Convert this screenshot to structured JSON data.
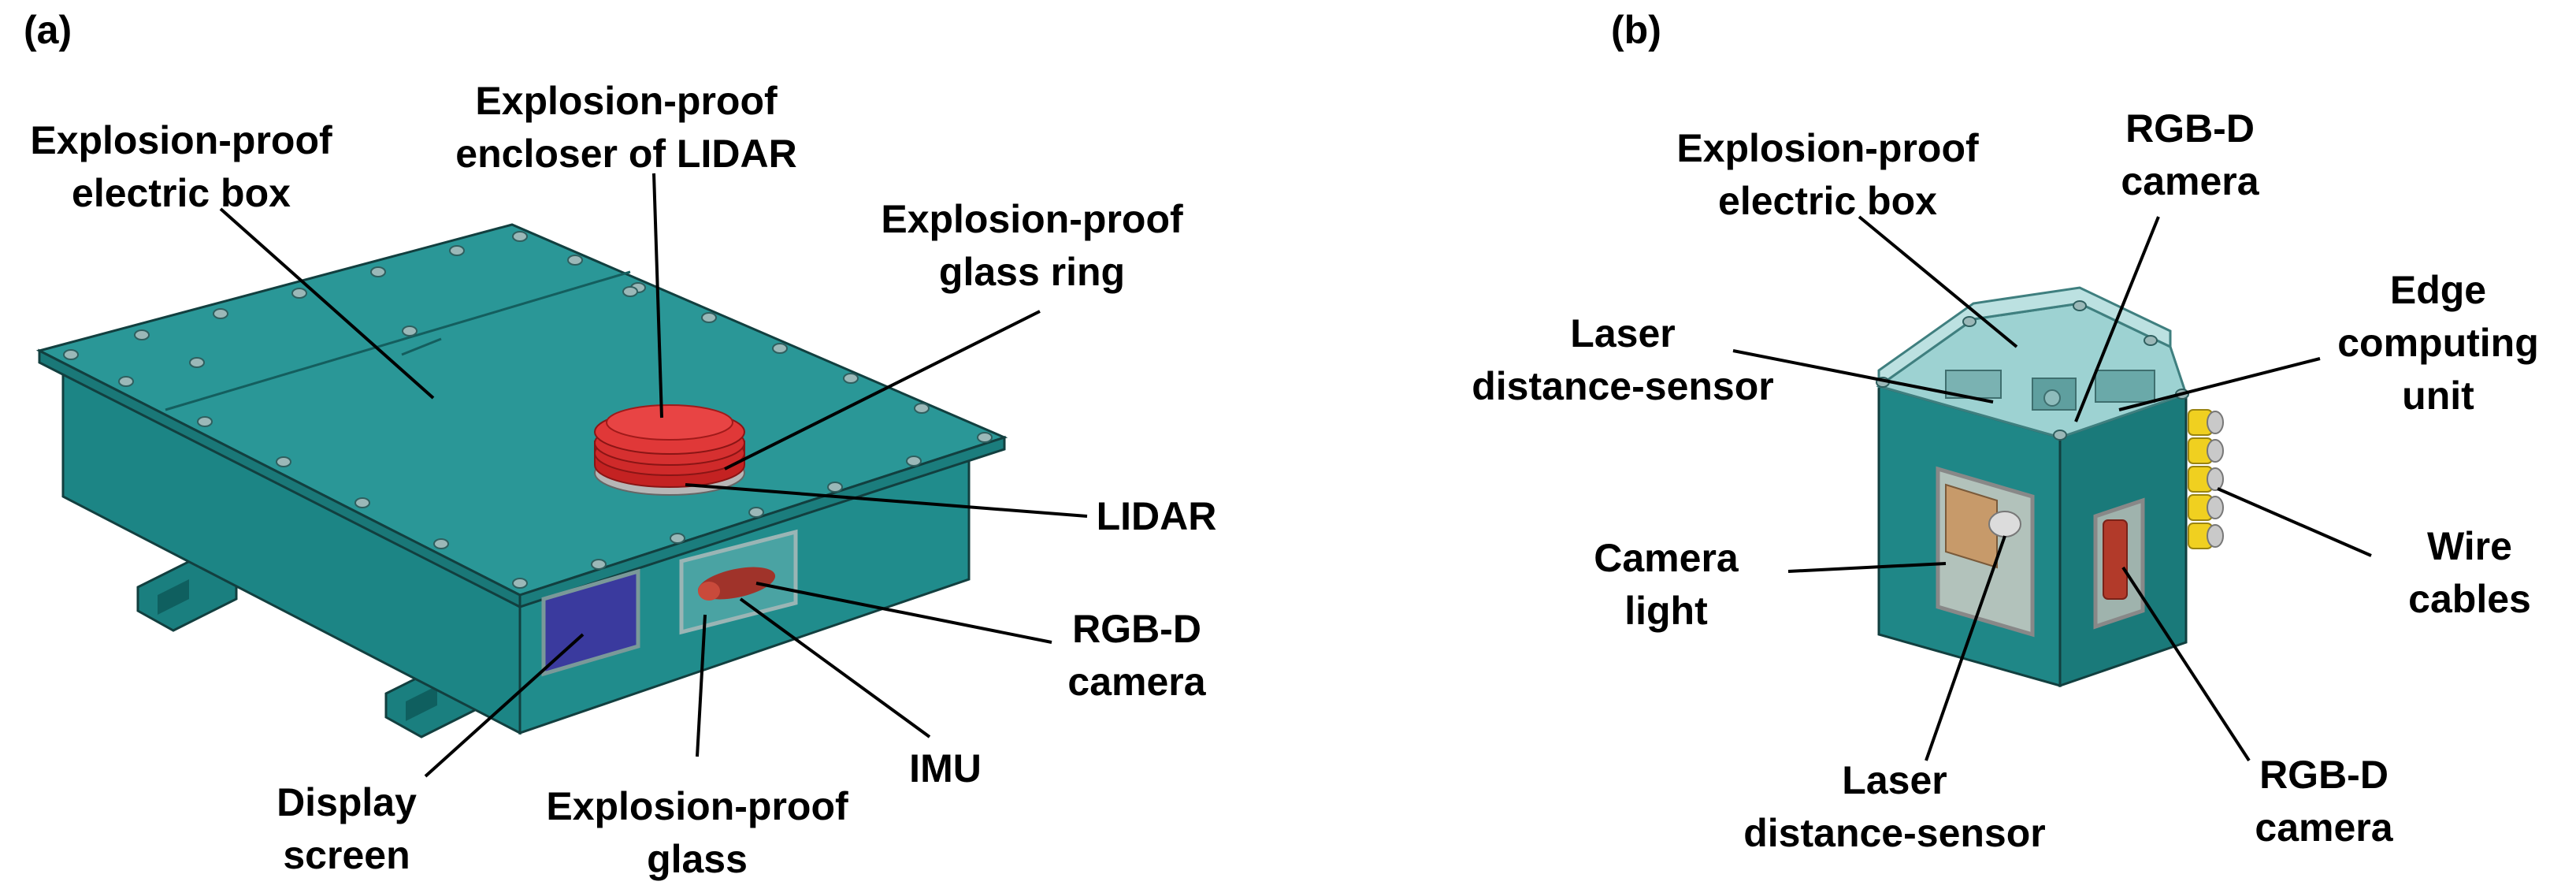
{
  "panels": {
    "a": "(a)",
    "b": "(b)"
  },
  "labels_a": {
    "electric_box": [
      "Explosion-proof",
      "electric box"
    ],
    "lidar_enclosure": [
      "Explosion-proof",
      "encloser of LIDAR"
    ],
    "glass_ring": [
      "Explosion-proof",
      "glass ring"
    ],
    "lidar": [
      "LIDAR"
    ],
    "rgbd_camera": [
      "RGB-D",
      "camera"
    ],
    "imu": [
      "IMU"
    ],
    "glass": [
      "Explosion-proof",
      "glass"
    ],
    "display_screen": [
      "Display",
      "screen"
    ]
  },
  "labels_b": {
    "electric_box": [
      "Explosion-proof",
      "electric box"
    ],
    "rgbd_camera_top": [
      "RGB-D",
      "camera"
    ],
    "edge_computing": [
      "Edge",
      "computing",
      "unit"
    ],
    "laser_sensor_top": [
      "Laser",
      "distance-sensor"
    ],
    "camera_light": [
      "Camera",
      "light"
    ],
    "wire_cables": [
      "Wire",
      "cables"
    ],
    "laser_sensor_bottom": [
      "Laser",
      "distance-sensor"
    ],
    "rgbd_camera_bottom": [
      "RGB-D",
      "camera"
    ]
  },
  "colors": {
    "teal": "#1f8a8a",
    "teal_dark": "#146a6a",
    "teal_top": "#2c9999",
    "lidar_red": "#d42a2a",
    "screen_blue": "#3a3a9e",
    "cable_yellow": "#f0d020"
  }
}
